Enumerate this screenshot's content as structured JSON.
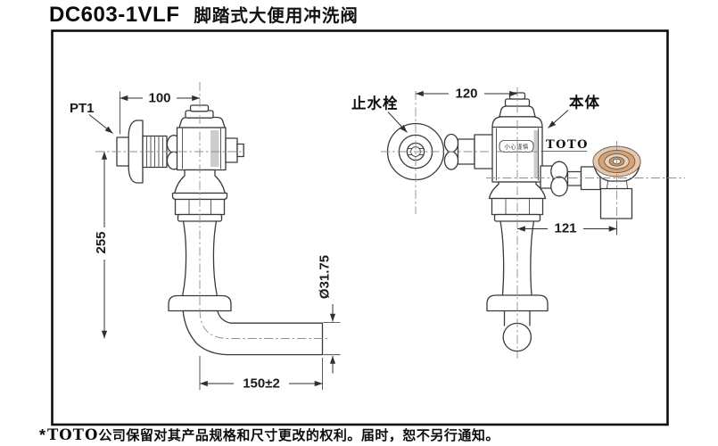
{
  "title": {
    "model": "DC603-1VLF",
    "product": "脚踏式大便用冲洗阀"
  },
  "footer": {
    "star": "*",
    "brand": "TOTO",
    "note": "公司保留对其产品规格和尺寸更改的权利。届时，恕不另行通知。"
  },
  "side_view": {
    "thread_label": "PT1",
    "dim_inlet_depth": "100",
    "dim_height": "255",
    "dim_outlet_length": "150±2",
    "dim_pipe_diameter": "Ø31.75"
  },
  "front_view": {
    "stop_valve_label": "止水栓",
    "body_label": "本体",
    "brand_mark": "TOTO",
    "caution_label": "小心谨慎",
    "dim_stopvalve_offset": "120",
    "dim_pedal_offset": "121"
  },
  "colors": {
    "line": "#3a3a3a",
    "centerline": "#8f8f8f",
    "border": "#0d0d0d",
    "accent": "#d8a274"
  }
}
